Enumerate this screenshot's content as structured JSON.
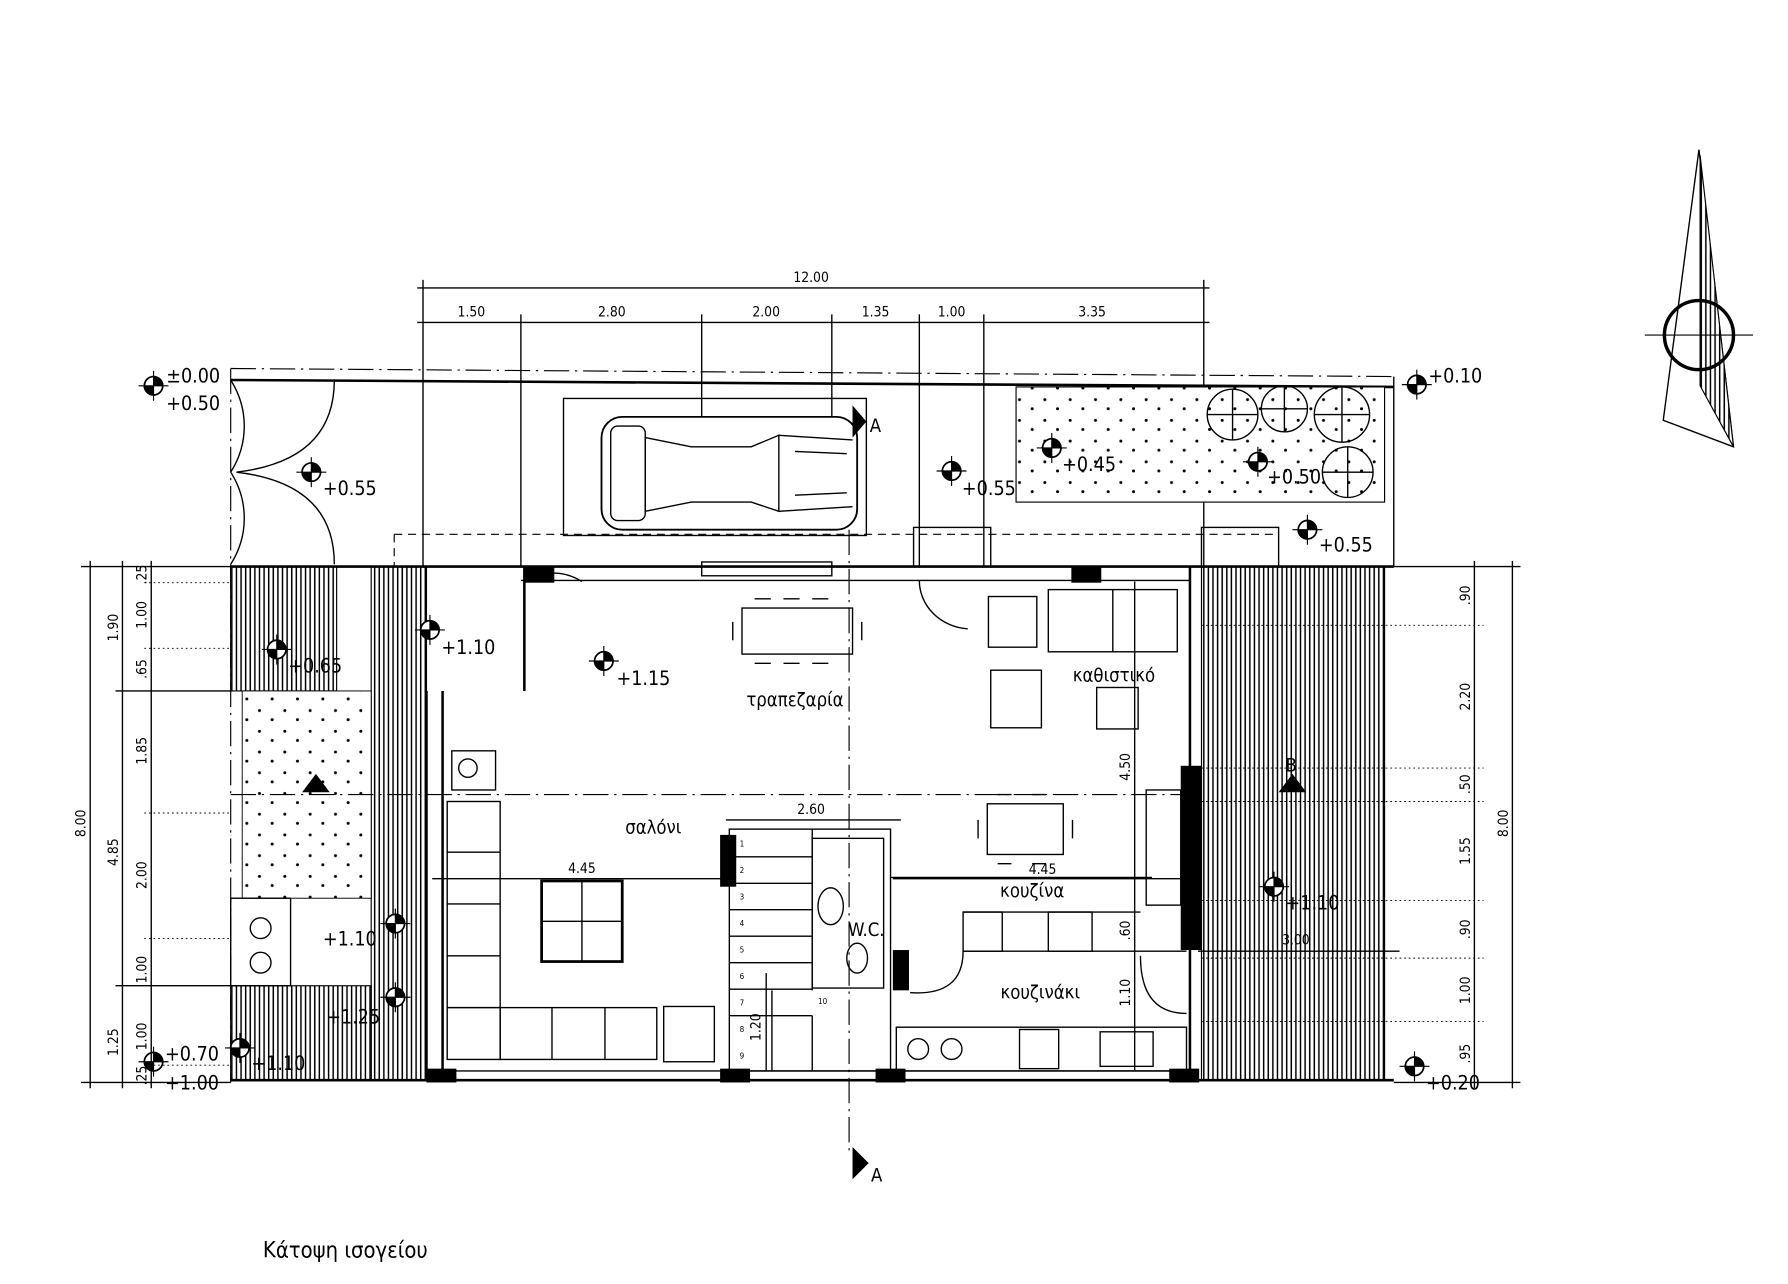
{
  "title": "Κάτοψη ισογείου",
  "dims_top": {
    "total": "12.00",
    "parts": [
      "1.50",
      "2.80",
      "2.00",
      "1.35",
      "1.00",
      "3.35"
    ]
  },
  "dims_left": {
    "total": "8.00",
    "mid": [
      "1.90",
      "4.85",
      "1.25"
    ],
    "inner": [
      ".25",
      "1.00",
      ".65",
      "1.85",
      "2.00",
      "1.00",
      "1.00",
      ".25"
    ]
  },
  "dims_right": {
    "total": "8.00",
    "parts": [
      ".90",
      "2.20",
      ".50",
      "1.55",
      ".90",
      "1.00",
      ".95"
    ]
  },
  "dims_inner": {
    "stair_width": "2.60",
    "salon_width": "4.45",
    "kitchen_width": "4.45",
    "height_450": "4.50",
    "k60": ".60",
    "k110": "1.10",
    "stair_120": "1.20",
    "deck_300": "3.00"
  },
  "levels": {
    "l000": "±0.00",
    "l050a": "+0.50",
    "l055a": "+0.55",
    "l055b": "+0.55",
    "l045": "+0.45",
    "l050b": "+0.50",
    "l010": "+0.10",
    "l055c": "+0.55",
    "l065": "+0.65",
    "l110a": "+1.10",
    "l115": "+1.15",
    "l110b": "+1.10",
    "l110c": "+1.10",
    "l125": "+1.25",
    "l070": "+0.70",
    "l100": "+1.00",
    "l110d": "+1.10",
    "l020": "+0.20"
  },
  "rooms": {
    "dining": "τραπεζαρία",
    "sitting": "καθιστικό",
    "salon": "σαλόνι",
    "wc": "W.C.",
    "kitchen": "κουζίνα",
    "kitchenette": "κουζινάκι"
  },
  "sections": {
    "a_top": "A",
    "a_bottom": "A",
    "b": "B"
  },
  "stair_steps": [
    "1",
    "2",
    "3",
    "4",
    "5",
    "6",
    "7",
    "8",
    "9",
    "10"
  ],
  "colors": {
    "ink": "#000000",
    "paper": "#ffffff"
  }
}
